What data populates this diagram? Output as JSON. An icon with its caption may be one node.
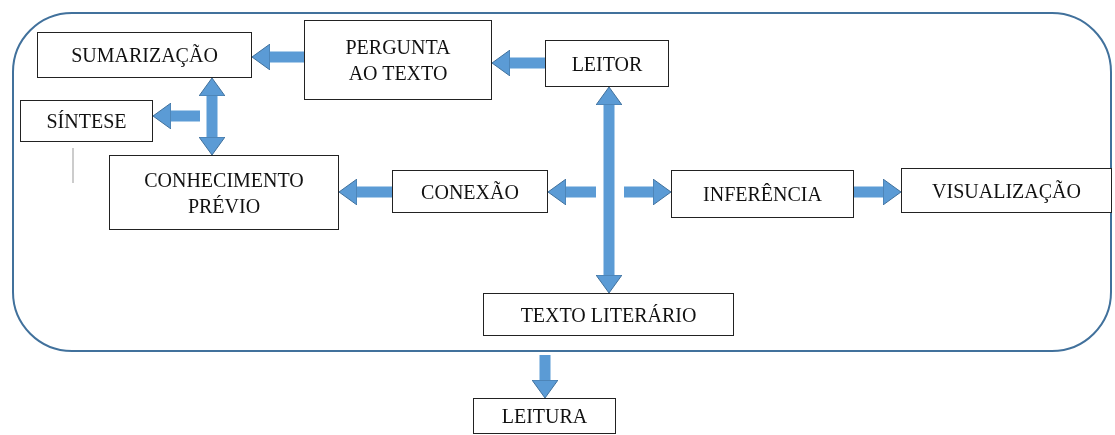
{
  "diagram": {
    "nodes": [
      {
        "text": [],
        "shape": "box"
      },
      {
        "text": [
          "SUMARIZAÇÃO"
        ],
        "in": 0
      },
      {
        "text": [
          "PERGUNTA AO TEXTO"
        ],
        "in": 0
      },
      {
        "text": [
          "LEITOR"
        ],
        "in": 0
      },
      {
        "text": [
          "SÍNTESE"
        ],
        "in": 0
      },
      {
        "text": [
          "CONHECIMENTO PRÉVIO"
        ],
        "in": 0
      },
      {
        "text": [
          "CONEXÃO"
        ],
        "in": 0
      },
      {
        "text": [
          "INFERÊNCIA"
        ],
        "in": 0
      },
      {
        "text": [
          "VISUALIZAÇÃO"
        ],
        "in": 0
      },
      {
        "text": [
          "TEXTO LITERÁRIO"
        ],
        "in": 0
      },
      {
        "text": [
          "LEITURA"
        ]
      }
    ],
    "edges": [
      {
        "from": 3,
        "to": 2,
        "arrow": "to"
      },
      {
        "from": 2,
        "to": 1,
        "arrow": "to"
      },
      {
        "from": 1,
        "to": 5,
        "arrow": "both"
      },
      {
        "from": null,
        "to": 4,
        "arrow": "to"
      },
      {
        "from": 3,
        "to": 9,
        "arrow": "both"
      },
      {
        "from": null,
        "to": 6,
        "arrow": "to"
      },
      {
        "from": null,
        "to": 7,
        "arrow": "to"
      },
      {
        "from": 6,
        "to": 5,
        "arrow": "to"
      },
      {
        "from": 7,
        "to": 8,
        "arrow": "to"
      },
      {
        "from": 0,
        "to": 10,
        "arrow": "to"
      }
    ]
  }
}
